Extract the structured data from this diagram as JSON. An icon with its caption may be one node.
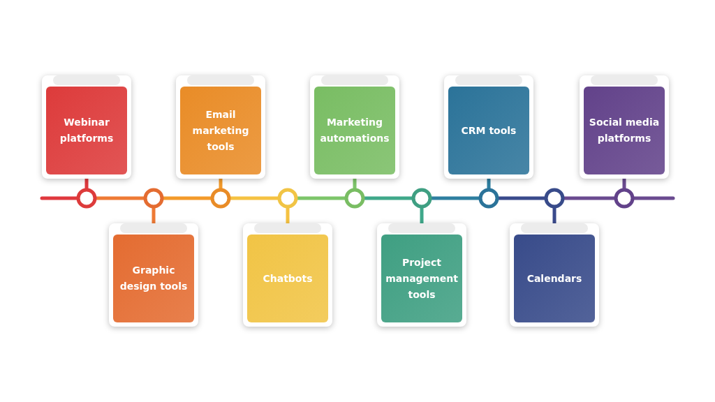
{
  "diagram": {
    "nodes": [
      {
        "text": [
          "Webinar platforms"
        ]
      },
      {
        "text": [
          "Graphic design tools"
        ]
      },
      {
        "text": [
          "Email marketing tools"
        ]
      },
      {
        "text": [
          "Chatbots"
        ]
      },
      {
        "text": [
          "Marketing automations"
        ]
      },
      {
        "text": [
          "Project management tools"
        ]
      },
      {
        "text": [
          "CRM tools"
        ]
      },
      {
        "text": [
          "Calendars"
        ]
      },
      {
        "text": [
          "Social media platforms"
        ]
      },
      {
        "text": [],
        "shape": "circle"
      },
      {
        "text": [],
        "shape": "circle"
      },
      {
        "text": [],
        "shape": "circle"
      },
      {
        "text": [],
        "shape": "circle"
      },
      {
        "text": [],
        "shape": "circle"
      },
      {
        "text": [],
        "shape": "circle"
      },
      {
        "text": [],
        "shape": "circle"
      },
      {
        "text": [],
        "shape": "circle"
      },
      {
        "text": [],
        "shape": "circle"
      }
    ],
    "edges": [
      {
        "from": null,
        "to": 9,
        "arrow": "none",
        "color": "#e0393e"
      },
      {
        "from": 0,
        "to": 9,
        "arrow": "none",
        "color": "#e0393e"
      },
      {
        "from": 9,
        "to": 10,
        "arrow": "none",
        "color": "#ee7a35"
      },
      {
        "from": 1,
        "to": 10,
        "arrow": "none",
        "color": "#ee7a35"
      },
      {
        "from": 10,
        "to": 11,
        "arrow": "none",
        "color": "#f39a2a"
      },
      {
        "from": 2,
        "to": 11,
        "arrow": "none",
        "color": "#f39a2a"
      },
      {
        "from": 11,
        "to": 12,
        "arrow": "none",
        "color": "#f5c242"
      },
      {
        "from": 3,
        "to": 12,
        "arrow": "none",
        "color": "#f5c242"
      },
      {
        "from": 12,
        "to": 13,
        "arrow": "none",
        "color": "#7dc56a"
      },
      {
        "from": 4,
        "to": 13,
        "arrow": "none",
        "color": "#7dc56a"
      },
      {
        "from": 13,
        "to": 14,
        "arrow": "none",
        "color": "#3fa88a"
      },
      {
        "from": 5,
        "to": 14,
        "arrow": "none",
        "color": "#3fa88a"
      },
      {
        "from": 14,
        "to": 15,
        "arrow": "none",
        "color": "#2e7fa0"
      },
      {
        "from": 6,
        "to": 15,
        "arrow": "none",
        "color": "#2e7fa0"
      },
      {
        "from": 15,
        "to": 16,
        "arrow": "none",
        "color": "#3a4a8c"
      },
      {
        "from": 7,
        "to": 16,
        "arrow": "none",
        "color": "#3a4a8c"
      },
      {
        "from": 16,
        "to": 17,
        "arrow": "none",
        "color": "#6a4a90"
      },
      {
        "from": 8,
        "to": 17,
        "arrow": "none",
        "color": "#6a4a90"
      },
      {
        "from": 17,
        "to": null,
        "arrow": "none",
        "color": "#6a4a90"
      }
    ]
  }
}
